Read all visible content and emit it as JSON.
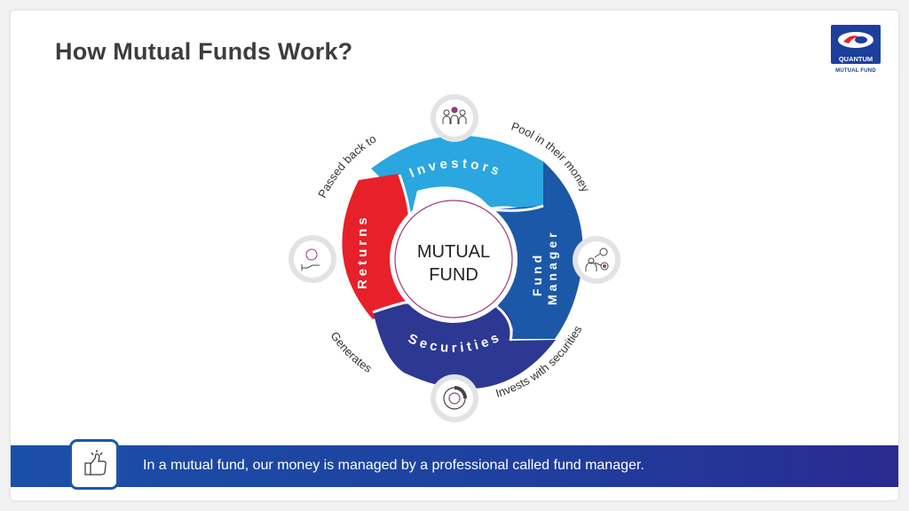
{
  "page": {
    "title": "How Mutual Funds Work?"
  },
  "logo": {
    "brand": "QUANTUM",
    "subtitle": "MUTUAL FUND"
  },
  "diagram": {
    "center": [
      "MUTUAL",
      "FUND"
    ],
    "segments": {
      "investors": "Investors",
      "fund_manager": [
        "Fund",
        "Manager"
      ],
      "securities": "Securities",
      "returns": "Returns"
    },
    "arrows": {
      "pool": "Pool in their money",
      "invests": "Invests with securities",
      "generates": "Generates",
      "passed": "Passed back to"
    },
    "colors": {
      "investors": "#2aa6e0",
      "fund_manager": "#1c58a8",
      "securities": "#2c3892",
      "returns": "#e8202a"
    }
  },
  "footer": {
    "text": "In a mutual fund, our money is managed by a professional called fund manager."
  }
}
